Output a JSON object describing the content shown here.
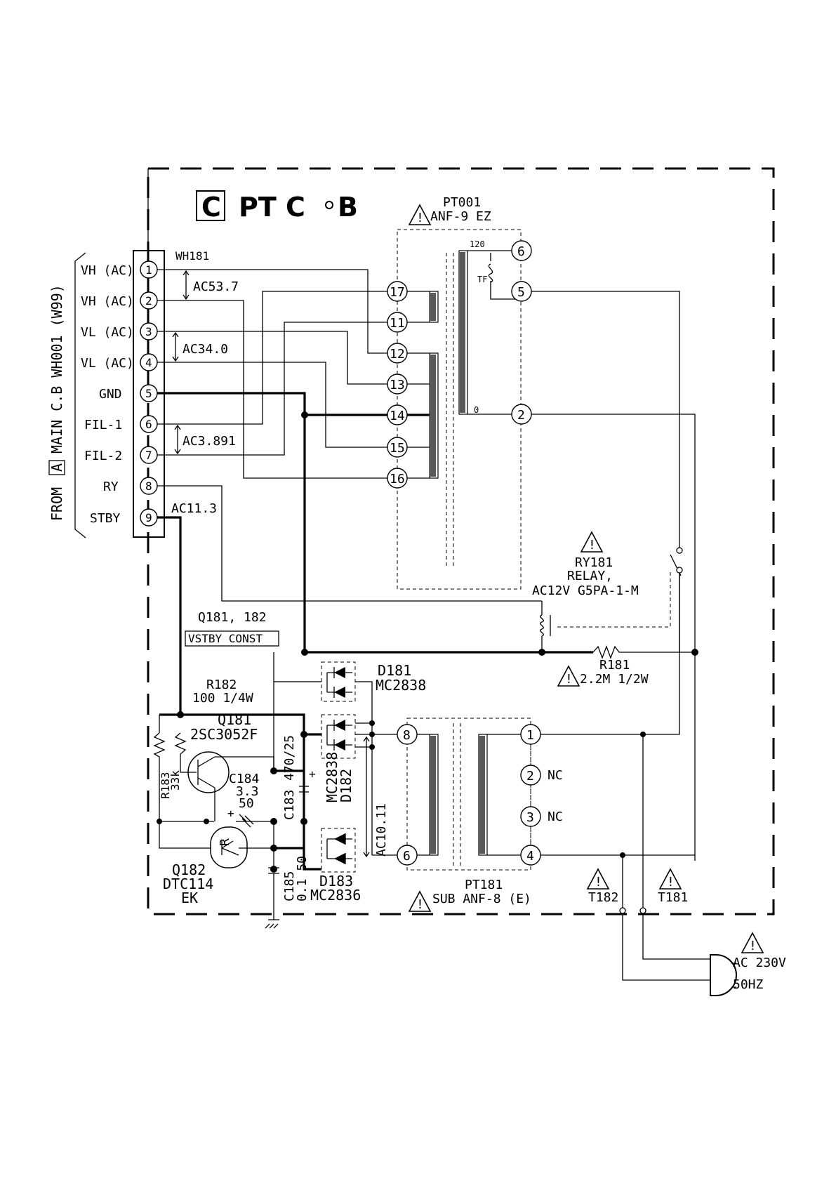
{
  "board": {
    "letter": "C",
    "title": "PT C",
    "title_b": "B"
  },
  "side_label": {
    "from": "FROM",
    "letter": "A",
    "text": "MAIN C.B WH001  (W99)"
  },
  "connector": {
    "ref": "WH181",
    "pins": [
      {
        "num": "1",
        "label": "VH (AC)"
      },
      {
        "num": "2",
        "label": "VH (AC)"
      },
      {
        "num": "3",
        "label": "VL (AC)"
      },
      {
        "num": "4",
        "label": "VL (AC)"
      },
      {
        "num": "5",
        "label": "GND"
      },
      {
        "num": "6",
        "label": "FIL-1"
      },
      {
        "num": "7",
        "label": "FIL-2"
      },
      {
        "num": "8",
        "label": "RY"
      },
      {
        "num": "9",
        "label": "STBY"
      }
    ]
  },
  "voltages": {
    "v1": "AC53.7",
    "v2": "AC34.0",
    "v3": "AC3.891",
    "v4": "AC11.3",
    "v5": "AC10.11"
  },
  "main_transformer": {
    "ref": "PT001",
    "part": "ANF-9 EZ",
    "secondary_pins": [
      "17",
      "11",
      "12",
      "13",
      "14",
      "15",
      "16"
    ],
    "primary_pins": [
      "6",
      "5",
      "2"
    ],
    "tap_120": "120",
    "tap_0": "0",
    "fuse": "TF"
  },
  "relay": {
    "ref": "RY181",
    "name": "RELAY,",
    "part": "AC12V G5PA-1-M"
  },
  "resistor_r181": {
    "ref": "R181",
    "value": "2.2M 1/2W"
  },
  "q_block": {
    "ref": "Q181, 182",
    "name": "VSTBY CONST"
  },
  "d181": {
    "ref": "D181",
    "part": "MC2838"
  },
  "d182": {
    "ref": "D182",
    "part": "MC2838"
  },
  "d183": {
    "ref": "D183",
    "part": "MC2836"
  },
  "r182": {
    "ref": "R182",
    "value": "100 1/4W"
  },
  "q181": {
    "ref": "Q181",
    "part": "2SC3052F"
  },
  "r183": {
    "ref": "R183",
    "value": "33k"
  },
  "c184": {
    "ref": "C184",
    "value": "3.3",
    "value2": "50",
    "plus": "+"
  },
  "c183": {
    "ref": "C183",
    "value": "470/25",
    "plus": "+"
  },
  "c185": {
    "ref": "C185",
    "value": "0.1 50"
  },
  "q182": {
    "ref": "Q182",
    "part": "DTC114",
    "part2": "EK",
    "mark": "R"
  },
  "sub_transformer": {
    "ref": "PT181",
    "part": "SUB ANF-8  (E)",
    "left_pins": [
      "8",
      "6"
    ],
    "right_pins": [
      "1",
      "2",
      "3",
      "4"
    ],
    "nc": "NC"
  },
  "terminals": {
    "t182": "T182",
    "t181": "T181"
  },
  "ac_plug": {
    "line1": "AC 230V",
    "line2": "50HZ"
  },
  "warning_mark": "!"
}
